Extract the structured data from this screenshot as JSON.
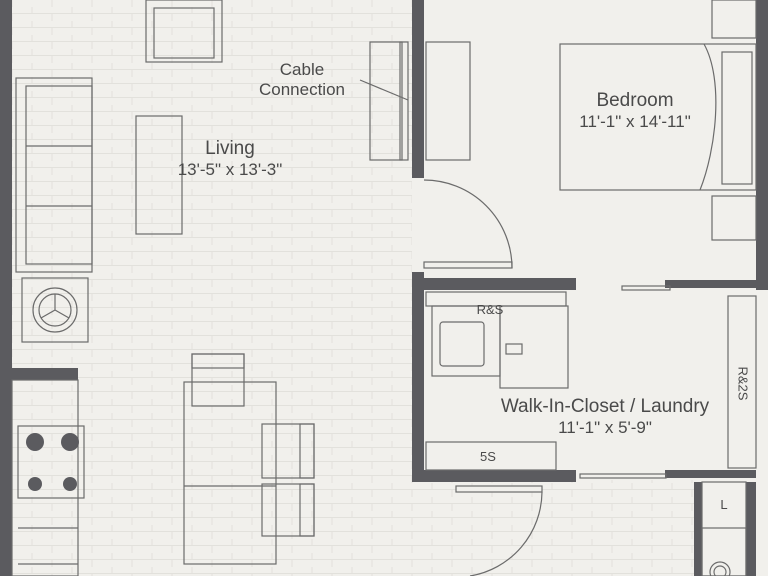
{
  "rooms": {
    "living": {
      "name": "Living",
      "dims": "13'-5\" x 13'-3\""
    },
    "bedroom": {
      "name": "Bedroom",
      "dims": "11'-1\" x 14'-11\""
    },
    "closet": {
      "name": "Walk-In-Closet / Laundry",
      "dims": "11'-1\" x 5'-9\""
    }
  },
  "callouts": {
    "cable_line1": "Cable",
    "cable_line2": "Connection",
    "rs_shelf": "R&S",
    "rs_shelf_vertical": "R&2S",
    "shelves": "5S",
    "linen": "L"
  },
  "colors": {
    "wall": "#5b5b5f",
    "line": "#6b6b6b",
    "floor": "#f1f0ec"
  }
}
